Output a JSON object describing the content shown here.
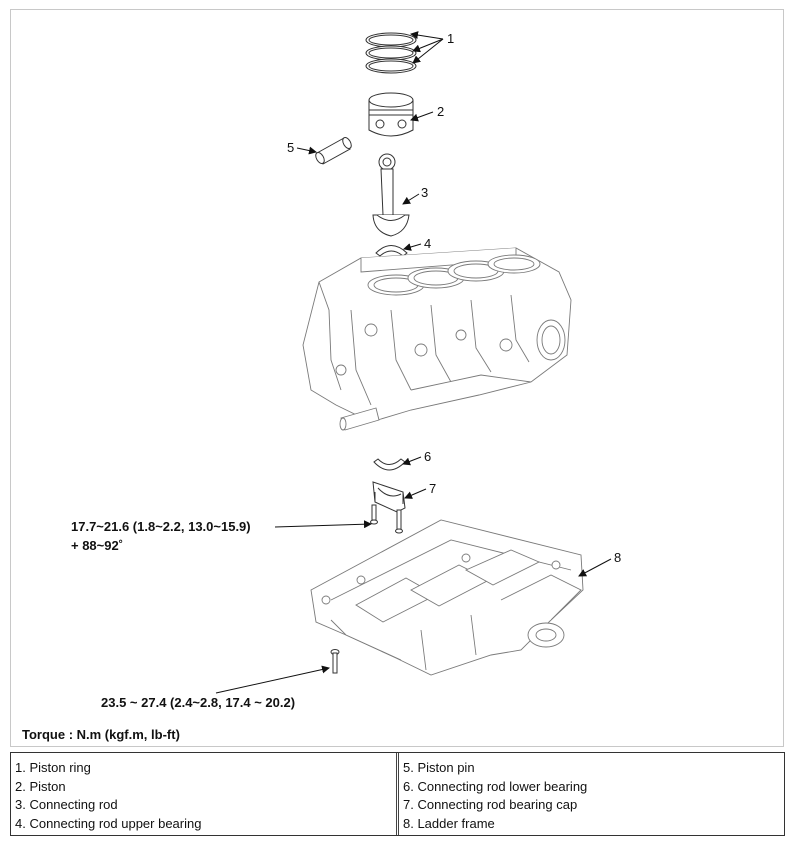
{
  "diagram": {
    "callouts": {
      "c1": "1",
      "c2": "2",
      "c3": "3",
      "c4": "4",
      "c5": "5",
      "c6": "6",
      "c7": "7",
      "c8": "8"
    },
    "torque_bearing_cap_line1": "17.7~21.6 (1.8~2.2, 13.0~15.9)",
    "torque_bearing_cap_line2": "+ 88~92˚",
    "torque_ladder_frame": "23.5 ~ 27.4 (2.4~2.8, 17.4 ~ 20.2)",
    "torque_unit_note": "Torque : N.m (kgf.m, lb-ft)"
  },
  "legend": {
    "left": [
      "1. Piston ring",
      "2. Piston",
      "3. Connecting rod",
      "4. Connecting rod upper bearing"
    ],
    "right": [
      "5. Piston pin",
      "6. Connecting rod lower bearing",
      "7. Connecting rod bearing cap",
      "8. Ladder frame"
    ]
  }
}
